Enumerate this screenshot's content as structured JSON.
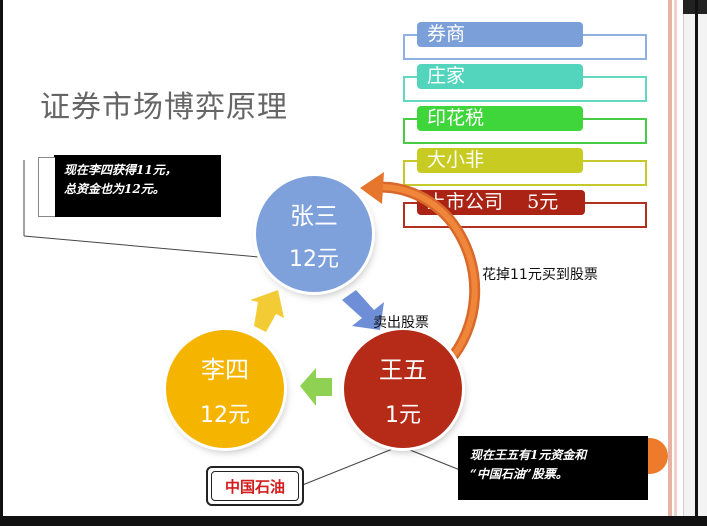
{
  "title": "证券市场博弈原理",
  "legend": [
    {
      "label": "券商",
      "color": "#7b9fd8",
      "outline": "#8fb0e4"
    },
    {
      "label": "庄家",
      "color": "#52d4bd",
      "outline": "#62d8c3"
    },
    {
      "label": "印花税",
      "color": "#3fd63b",
      "outline": "#49cc45"
    },
    {
      "label": "大小非",
      "color": "#c8cc22",
      "outline": "#c6c92c"
    },
    {
      "label": "上市公司    5元",
      "color": "#ab2315",
      "outline": "#b23020"
    }
  ],
  "players": [
    {
      "name": "张三",
      "value": "12元",
      "color": "#7ea0db"
    },
    {
      "name": "李四",
      "value": "12元",
      "color": "#f4b400"
    },
    {
      "name": "王五",
      "value": "1元",
      "color": "#b62a18"
    }
  ],
  "arrow_colors": {
    "blue": "#6f8ed8",
    "yellow": "#f3cc35",
    "green": "#8fd152",
    "orange": "#e6762b"
  },
  "flows": {
    "sell": "卖出股票",
    "spend": "花掉11元买到股票"
  },
  "callouts": {
    "top_line1": "现在李四获得11元，",
    "top_line2": "总资金也为12元。",
    "bottom_line1": "现在王五有1元资金和",
    "bottom_line2": "“中国石油”股票。"
  },
  "stock": "中国石油"
}
